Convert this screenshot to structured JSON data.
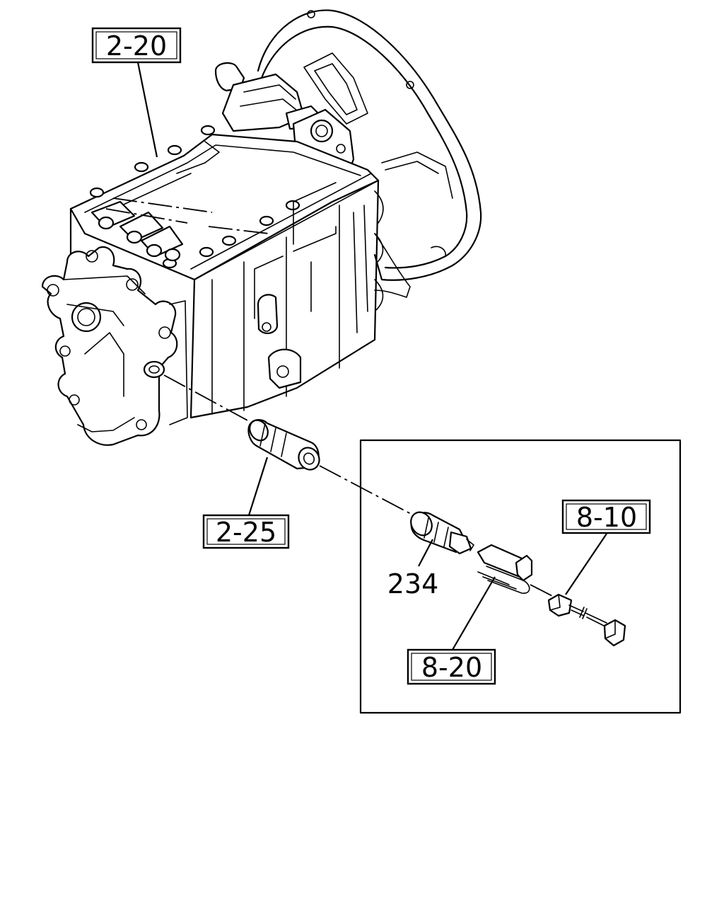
{
  "diagram": {
    "callouts": {
      "c1": "2-20",
      "c2": "2-25",
      "c3": "234",
      "c4": "8-10",
      "c5": "8-20"
    }
  }
}
